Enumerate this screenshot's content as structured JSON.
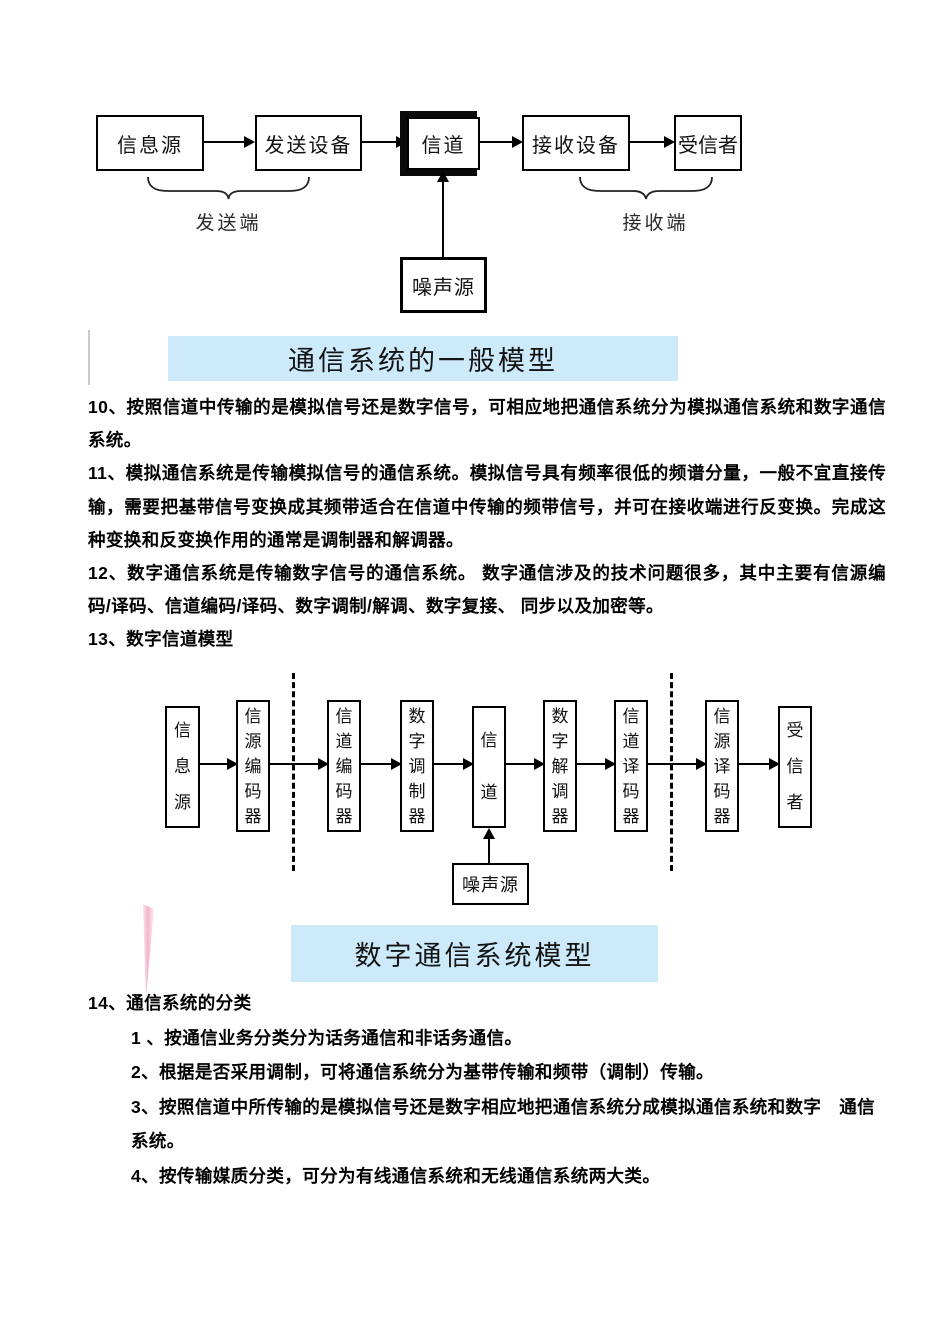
{
  "diagram1": {
    "boxes": [
      {
        "label": "信息源"
      },
      {
        "label": "发送设备"
      },
      {
        "label": "信道"
      },
      {
        "label": "接收设备"
      },
      {
        "label": "受信者"
      }
    ],
    "noise_source": "噪声源",
    "transmit_side_label": "发送端",
    "receive_side_label": "接收端",
    "caption": "通信系统的一般模型"
  },
  "diagram2": {
    "boxes": [
      {
        "label": "信息源"
      },
      {
        "label": "信源编码器"
      },
      {
        "label": "信道编码器"
      },
      {
        "label": "数字调制器"
      },
      {
        "label": "信道"
      },
      {
        "label": "数字解调器"
      },
      {
        "label": "信道译码器"
      },
      {
        "label": "信源译码器"
      },
      {
        "label": "受信者"
      }
    ],
    "noise_source": "噪声源",
    "caption": "数字通信系统模型"
  },
  "document": {
    "paragraphs": [
      {
        "text": "10、按照信道中传输的是模拟信号还是数字信号，可相应地把通信系统分为模拟通信系统和数字通信系统。"
      },
      {
        "text": "11、模拟通信系统是传输模拟信号的通信系统。模拟信号具有频率很低的频谱分量，一般不宜直接传输，需要把基带信号变换成其频带适合在信道中传输的频带信号，并可在接收端进行反变换。完成这种变换和反变换作用的通常是调制器和解调器。"
      },
      {
        "text": "12、数字通信系统是传输数字信号的通信系统。 数字通信涉及的技术问题很多，其中主要有信源编码/译码、信道编码/译码、数字调制/解调、数字复接、 同步以及加密等。"
      },
      {
        "text": "13、数字信道模型"
      }
    ],
    "section14": {
      "heading": "14、通信系统的分类",
      "items": [
        "1 、按通信业务分类分为话务通信和非话务通信。",
        "2、根据是否采用调制，可将通信系统分为基带传输和频带（调制）传输。",
        "3、按照信道中所传输的是模拟信号还是数字相应地把通信系统分成模拟通信系统和数字　通信系统。",
        "4、按传输媒质分类，可分为有线通信系统和无线通信系统两大类。"
      ]
    }
  },
  "colors": {
    "caption_background": "#cdeafb",
    "decoration_pink": "#f3b6cd"
  }
}
